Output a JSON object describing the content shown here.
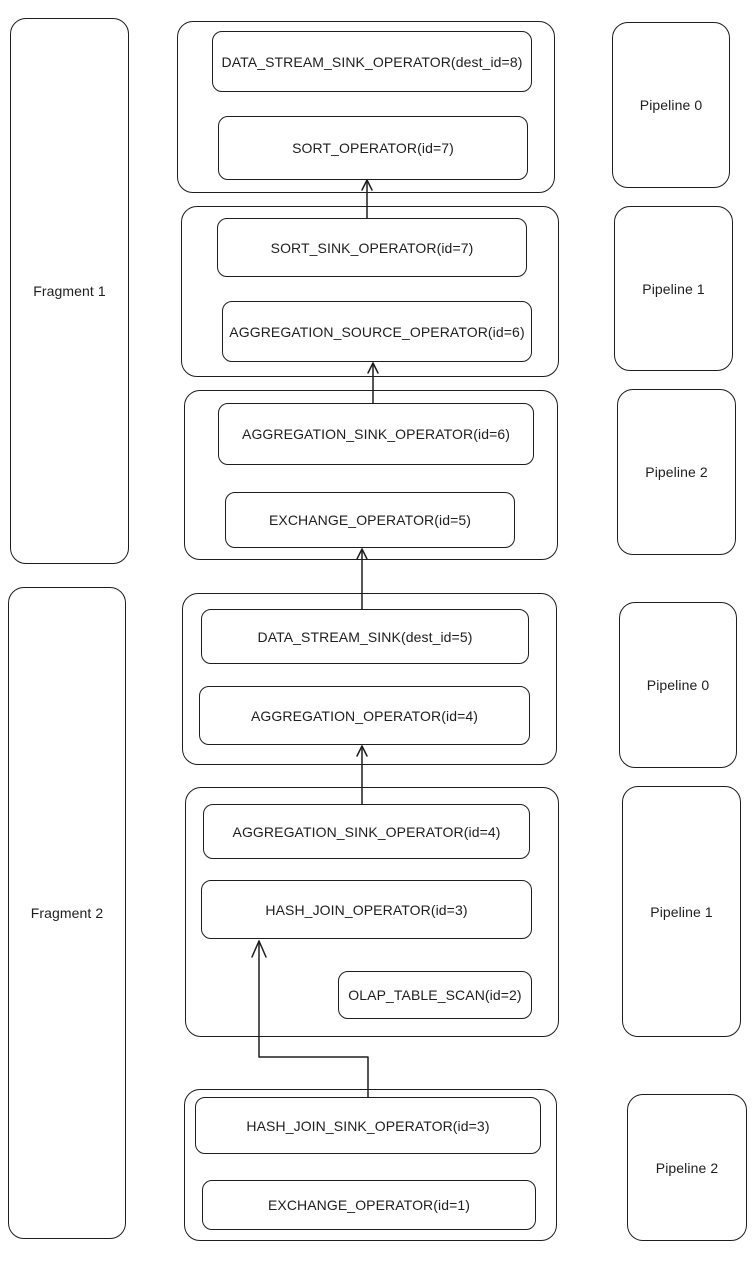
{
  "fragments": [
    {
      "label": "Fragment 1"
    },
    {
      "label": "Fragment 2"
    }
  ],
  "pipelines": [
    {
      "label": "Pipeline 0"
    },
    {
      "label": "Pipeline 1"
    },
    {
      "label": "Pipeline 2"
    },
    {
      "label": "Pipeline 0"
    },
    {
      "label": "Pipeline 1"
    },
    {
      "label": "Pipeline 2"
    }
  ],
  "operators": [
    {
      "label": "DATA_STREAM_SINK_OPERATOR(dest_id=8)"
    },
    {
      "label": "SORT_OPERATOR(id=7)"
    },
    {
      "label": "SORT_SINK_OPERATOR(id=7)"
    },
    {
      "label": "AGGREGATION_SOURCE_OPERATOR(id=6)"
    },
    {
      "label": "AGGREGATION_SINK_OPERATOR(id=6)"
    },
    {
      "label": "EXCHANGE_OPERATOR(id=5)"
    },
    {
      "label": "DATA_STREAM_SINK(dest_id=5)"
    },
    {
      "label": "AGGREGATION_OPERATOR(id=4)"
    },
    {
      "label": "AGGREGATION_SINK_OPERATOR(id=4)"
    },
    {
      "label": "HASH_JOIN_OPERATOR(id=3)"
    },
    {
      "label": "OLAP_TABLE_SCAN(id=2)"
    },
    {
      "label": "HASH_JOIN_SINK_OPERATOR(id=3)"
    },
    {
      "label": "EXCHANGE_OPERATOR(id=1)"
    }
  ]
}
